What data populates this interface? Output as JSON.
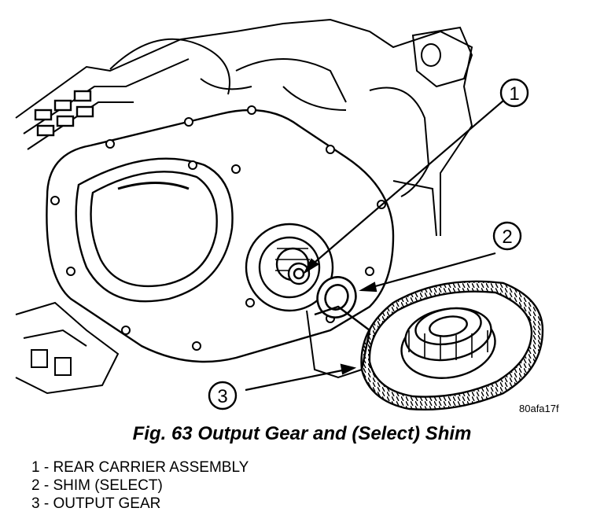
{
  "figure": {
    "code": "80afa17f",
    "caption": "Fig. 63 Output Gear and (Select) Shim"
  },
  "callouts": [
    {
      "number": "1"
    },
    {
      "number": "2"
    },
    {
      "number": "3"
    }
  ],
  "legend": [
    "1 - REAR CARRIER ASSEMBLY",
    "2 - SHIM (SELECT)",
    "3 - OUTPUT GEAR"
  ]
}
